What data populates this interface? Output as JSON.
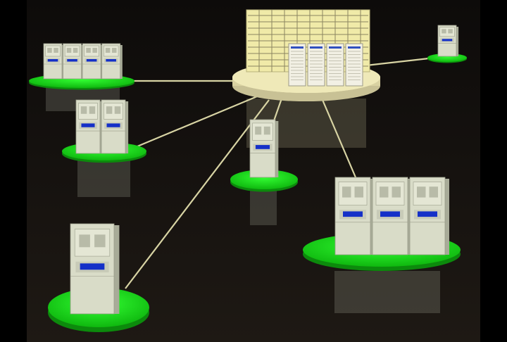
{
  "scene": {
    "background": "#000000",
    "floor": "#1a1410",
    "platform_green": "#22dd22",
    "hub_color": "#efe9b8",
    "machine_body": "#d9dcc8",
    "machine_shadow": "#a8ab98",
    "screen_blue": "#1530c8",
    "link_color": "#d8d4a4"
  },
  "hub": {
    "icon": "server-rack-icon",
    "server_count": 4,
    "storage_rows": 9
  },
  "nodes": [
    {
      "id": "node-top-left",
      "machines": 4,
      "icon": "workstation-icon"
    },
    {
      "id": "node-left-middle",
      "machines": 2,
      "icon": "workstation-icon"
    },
    {
      "id": "node-center",
      "machines": 1,
      "icon": "workstation-icon"
    },
    {
      "id": "node-top-right",
      "machines": 1,
      "icon": "workstation-icon"
    },
    {
      "id": "node-bottom-right",
      "machines": 3,
      "icon": "workstation-icon"
    },
    {
      "id": "node-bottom-left",
      "machines": 1,
      "icon": "workstation-icon"
    }
  ]
}
